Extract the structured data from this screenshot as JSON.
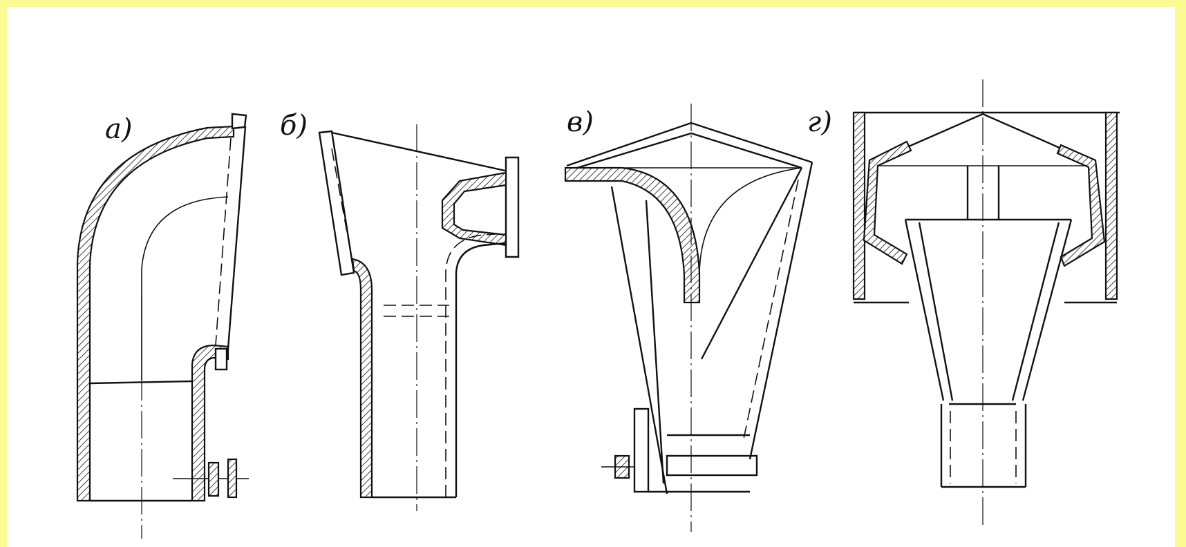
{
  "figure": {
    "labels": [
      "а)",
      "б)",
      "в)",
      "г)"
    ]
  }
}
